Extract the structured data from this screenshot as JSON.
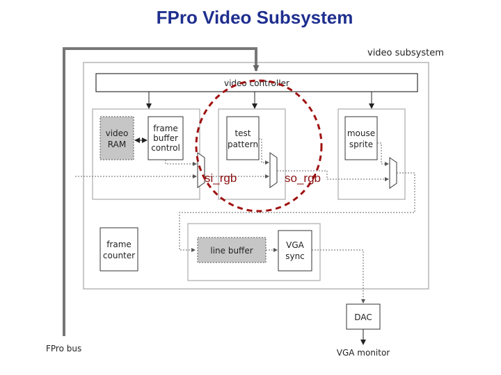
{
  "title": "FPro Video Subsystem",
  "labels": {
    "subsystem": "video subsystem",
    "controller": "video controller",
    "video_ram": [
      "video",
      "RAM"
    ],
    "fb_control": [
      "frame",
      "buffer",
      "control"
    ],
    "test_pattern": [
      "test",
      "pattern"
    ],
    "mouse_sprite": [
      "mouse",
      "sprite"
    ],
    "frame_counter": [
      "frame",
      "counter"
    ],
    "line_buffer": "line buffer",
    "vga_sync": [
      "VGA",
      "sync"
    ],
    "dac": "DAC",
    "bus": "FPro bus",
    "monitor": "VGA monitor",
    "si_rgb": "si_rgb",
    "so_rgb": "so_rgb"
  }
}
